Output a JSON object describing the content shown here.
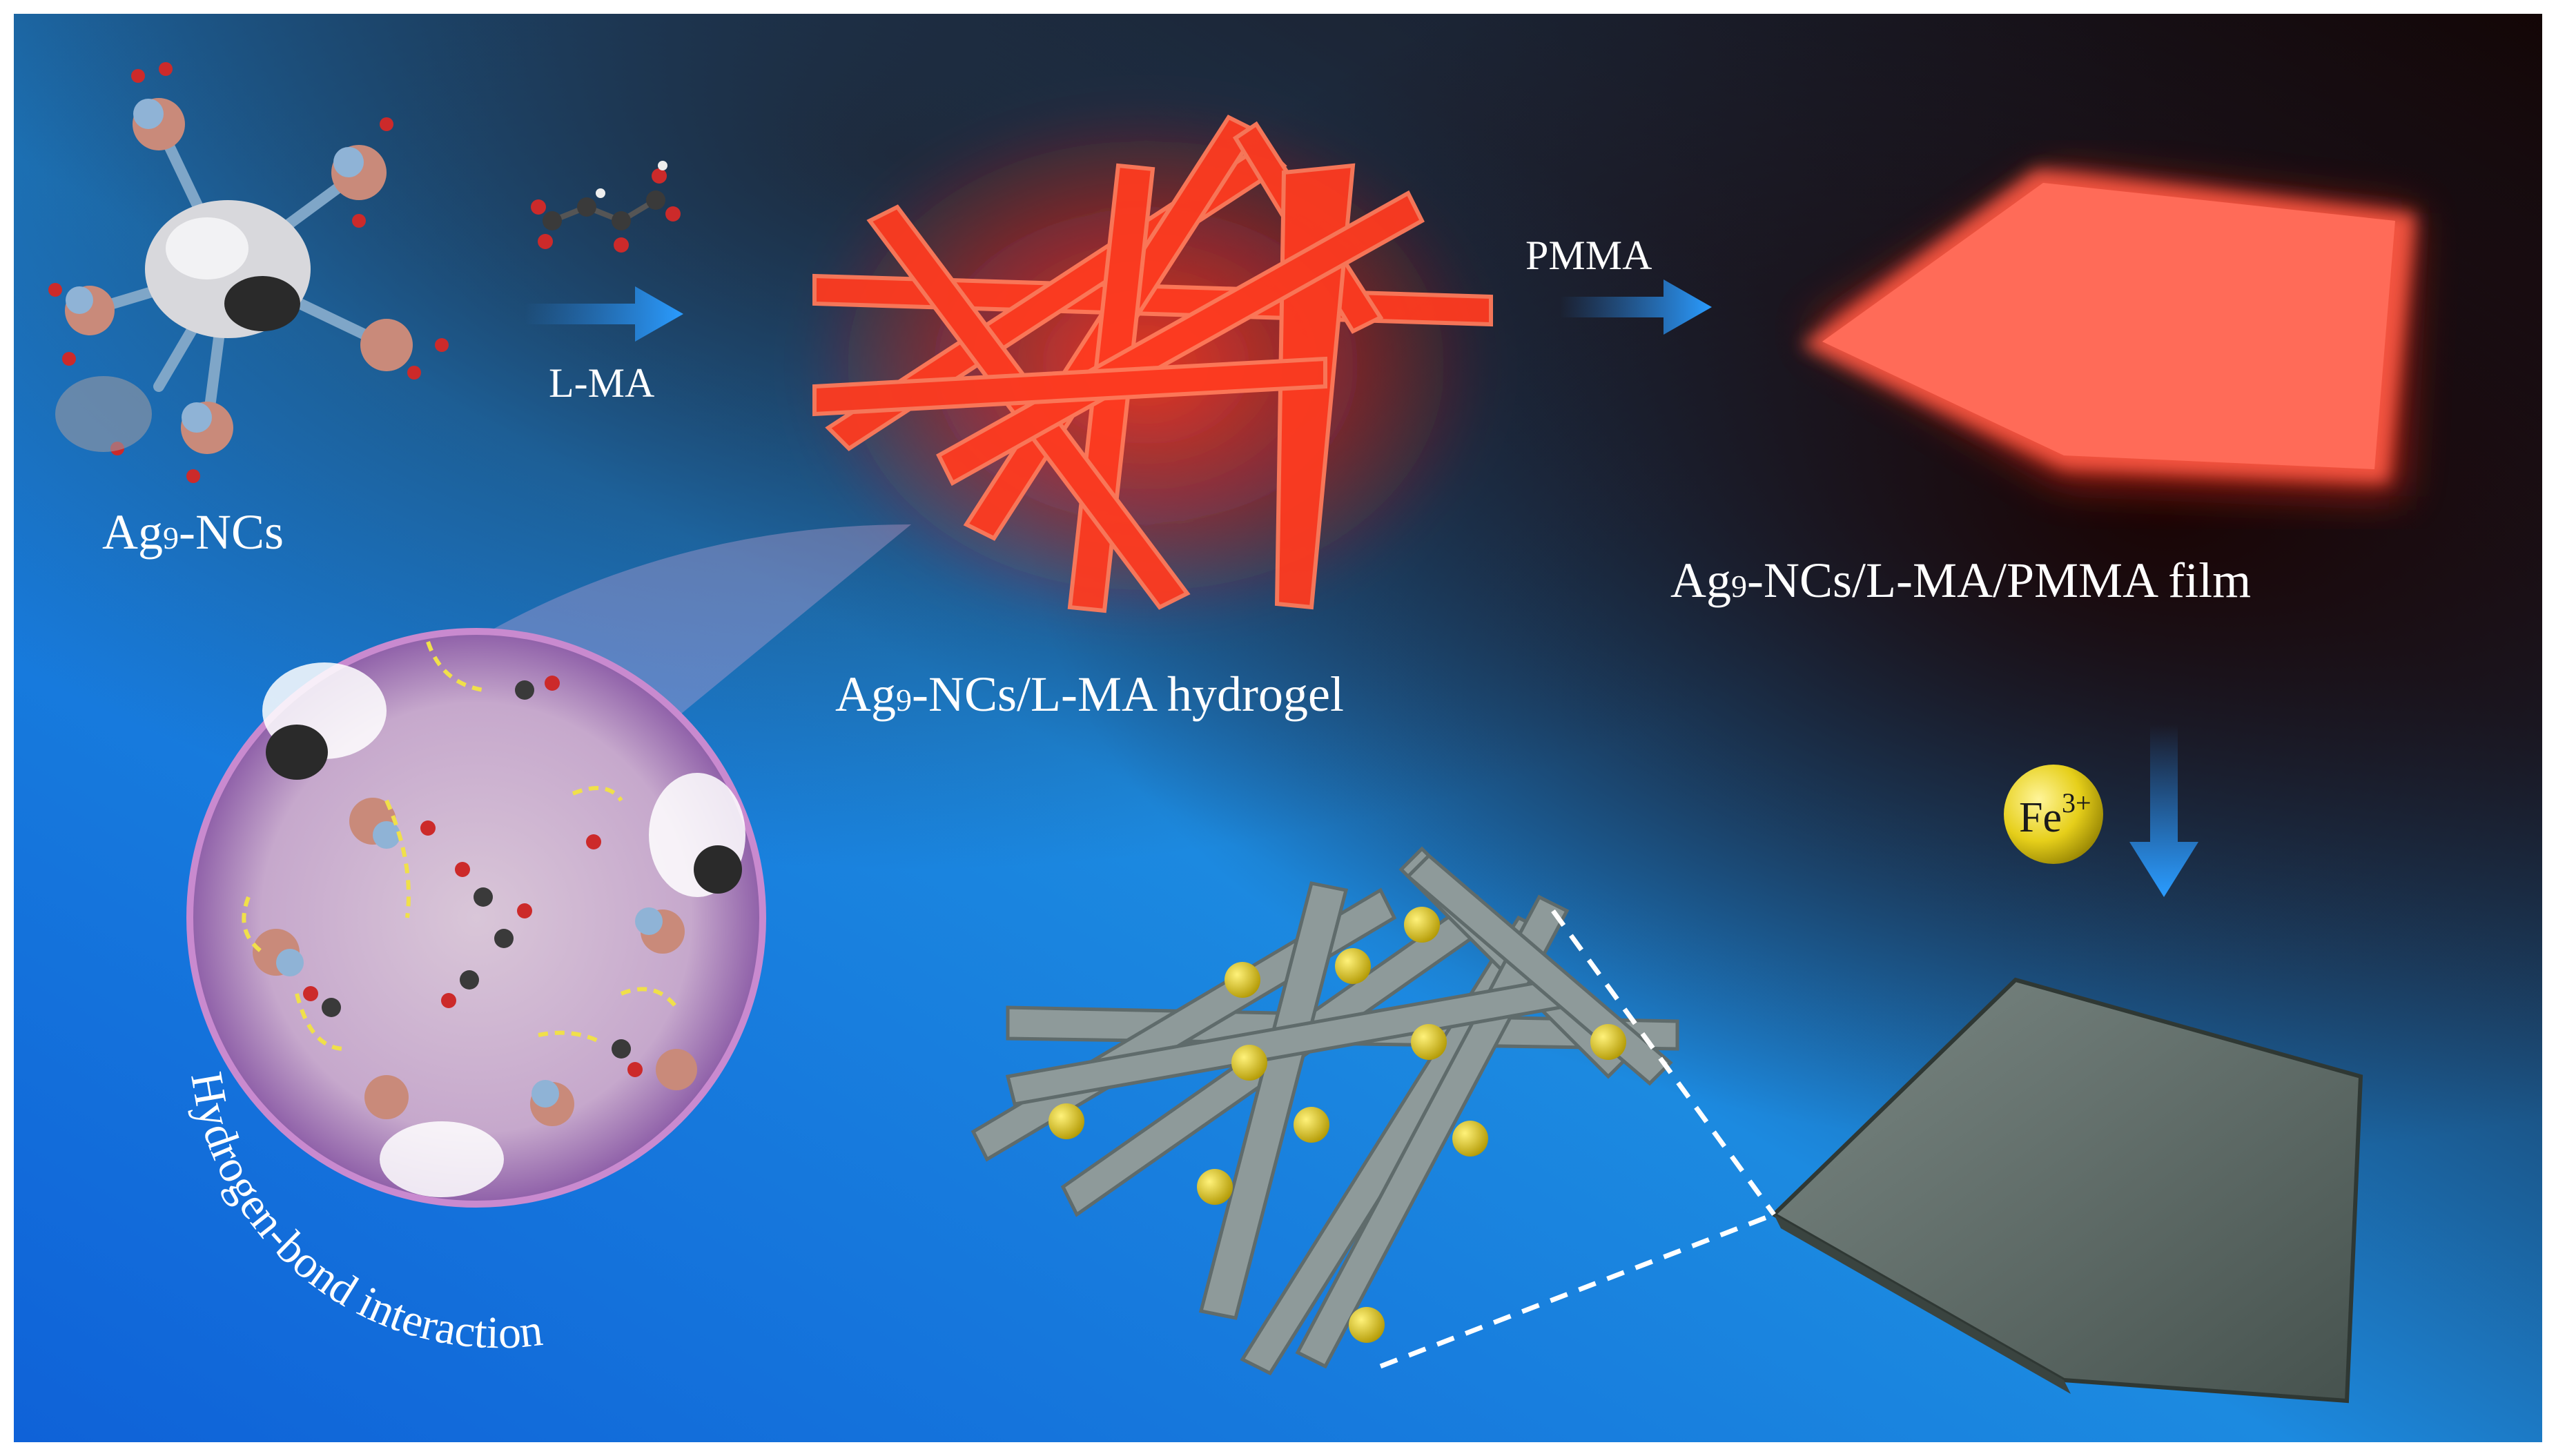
{
  "labels": {
    "ag9_ncs_prefix": "Ag",
    "ag9_ncs_sub": "9",
    "ag9_ncs_suffix": "-NCs",
    "lma": "L-MA",
    "pmma": "PMMA",
    "hydrogel_prefix": "Ag",
    "hydrogel_sub": "9",
    "hydrogel_suffix": "-NCs/L-MA hydrogel",
    "film_prefix": "Ag",
    "film_sub": "9",
    "film_suffix": "-NCs/L-MA/PMMA film",
    "hbond": "Hydrogen-bond interaction",
    "fe_base": "Fe",
    "fe_charge": "3+"
  },
  "colors": {
    "bg_blue": "#1a6fd6",
    "bg_dark": "#140808",
    "glow_red": "#ff2a1a",
    "arrow_blue": "#2a8cf0",
    "rod_gray": "#8e9a9a",
    "fe_yellow": "#e8d21a",
    "film_gray": "#5e6b66"
  },
  "icons": {
    "ag9_cluster": "ag9-nanocluster-molecule-icon",
    "lma_molecule": "l-malic-acid-molecule-icon",
    "fe_ion": "fe3-ion-sphere-icon"
  }
}
